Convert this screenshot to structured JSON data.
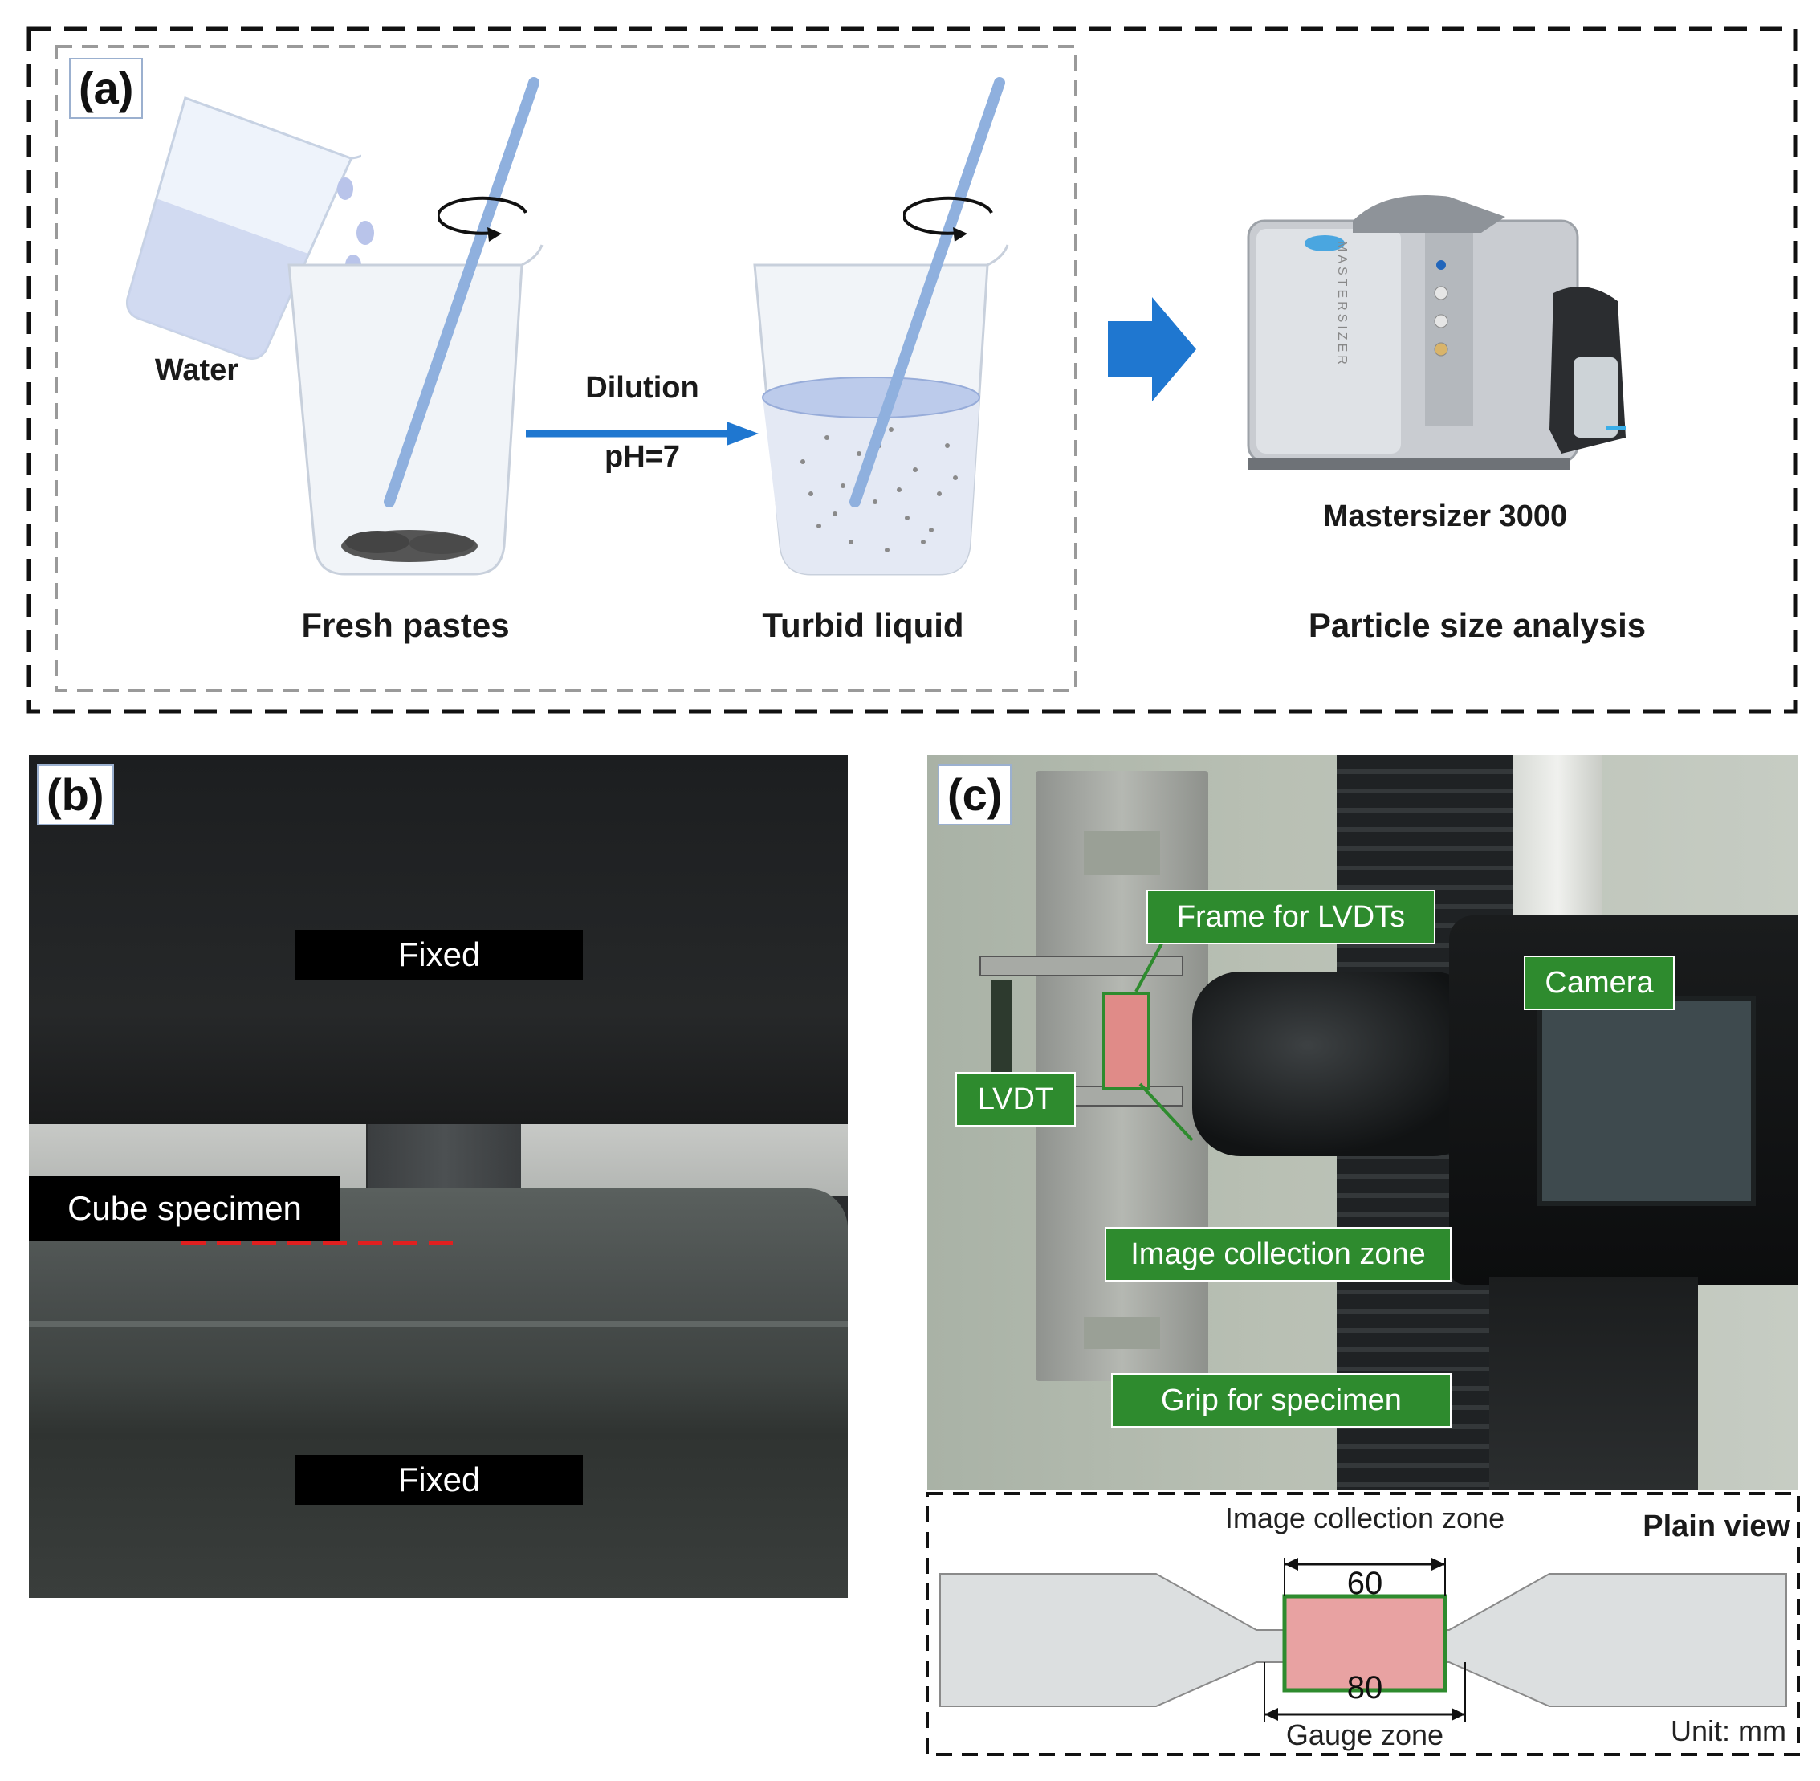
{
  "panel_a": {
    "label": "(a)",
    "water": "Water",
    "dilution": "Dilution",
    "ph": "pH=7",
    "fresh_pastes": "Fresh pastes",
    "turbid_liquid": "Turbid liquid",
    "instrument": "Mastersizer 3000",
    "analysis": "Particle size analysis",
    "instrument_brand": "MASTERSIZER"
  },
  "panel_b": {
    "label": "(b)",
    "fixed_top": "Fixed",
    "fixed_bottom": "Fixed",
    "cube": "Cube specimen"
  },
  "panel_c": {
    "label": "(c)",
    "frame": "Frame for LVDTs",
    "camera": "Camera",
    "lvdt": "LVDT",
    "image_zone": "Image collection zone",
    "grip": "Grip for specimen",
    "plain_view": "Plain view",
    "image_zone_dim_label": "Image collection zone",
    "dim_60": "60",
    "dim_80": "80",
    "gauge_zone": "Gauge zone",
    "unit": "Unit: mm"
  },
  "colors": {
    "arrow_blue": "#1f77d0",
    "tag_green": "#2e8b2e",
    "zone_pink": "#e8a2a2",
    "dash_red": "#e02020"
  }
}
